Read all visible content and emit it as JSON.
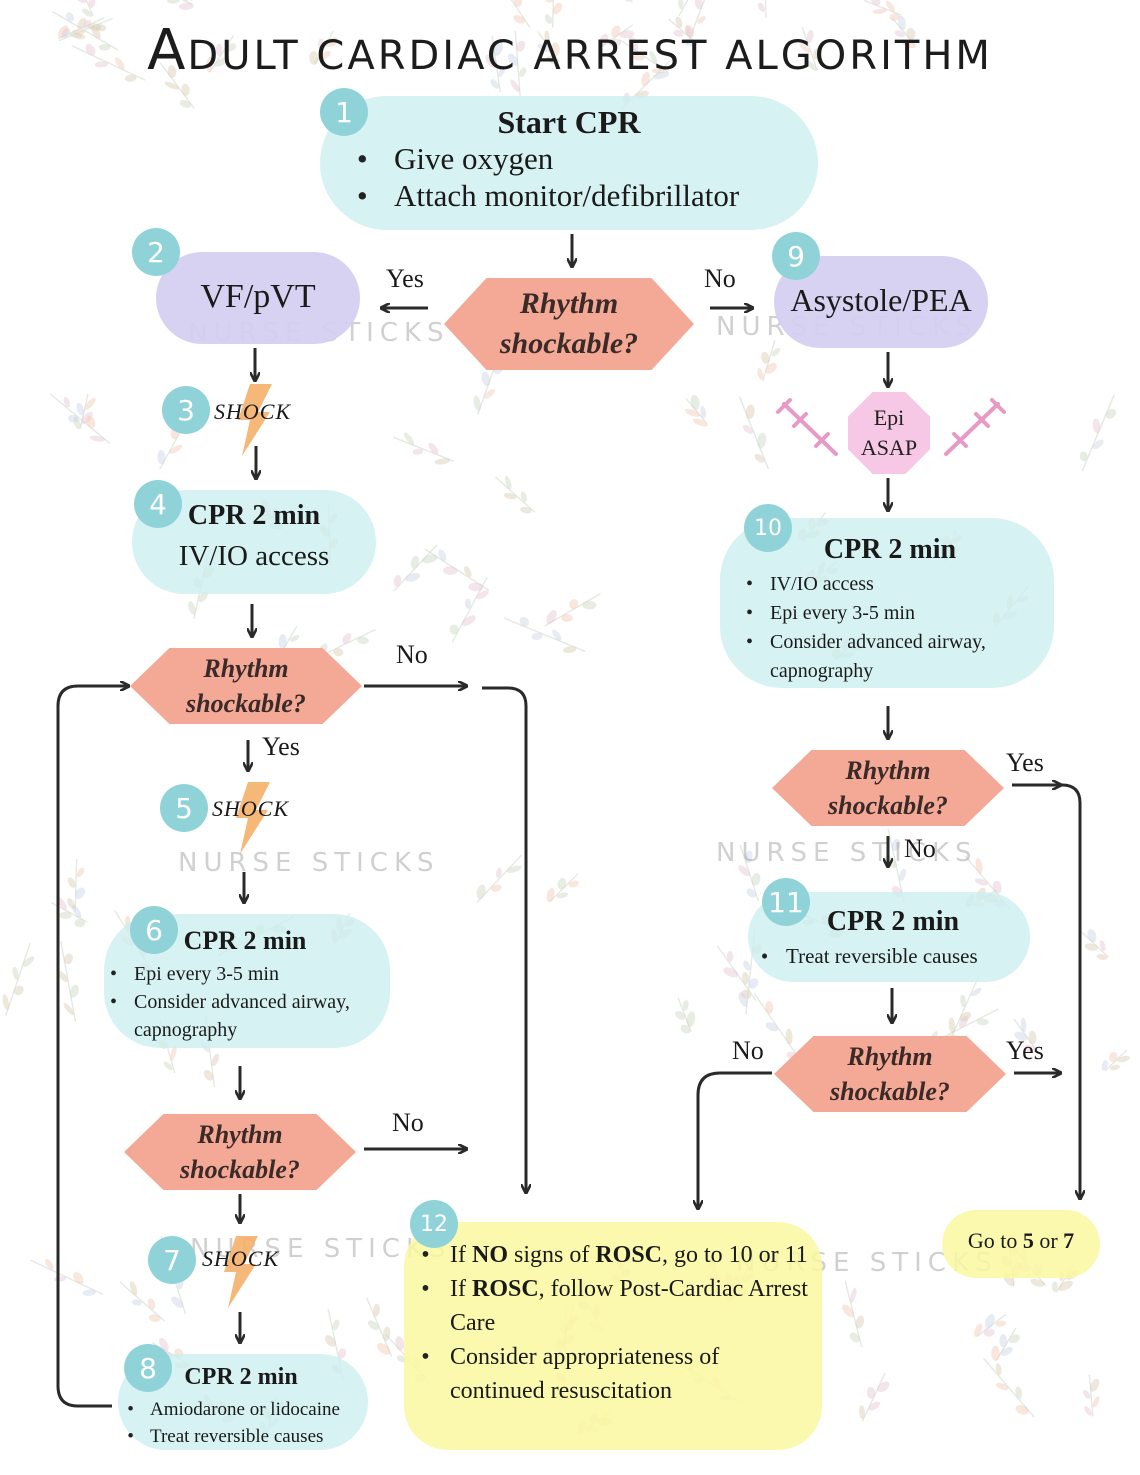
{
  "title": {
    "lead": "A",
    "rest": "DULT CARDIAC ARREST ALGORITHM"
  },
  "colors": {
    "teal_box": "#ccecee",
    "lavender_box": "#d4cef0",
    "yellow_box": "#faf8a0",
    "diamond": "#f4a896",
    "badge": "#8fd3d8",
    "bolt": "#f5b06a",
    "epi": "#f7c8e6"
  },
  "icons": [
    "lightning-bolt-icon",
    "syringe-icon",
    "heart-watermark-icon"
  ],
  "watermark": {
    "text": "NURSE STICKS"
  },
  "decision_label": {
    "line1": "Rhythm",
    "line2": "shockable?"
  },
  "labels": {
    "yes": "Yes",
    "no": "No",
    "shock": "SHOCK"
  },
  "steps": {
    "s1": {
      "num": "1",
      "heading": "Start CPR",
      "items": [
        "Give oxygen",
        "Attach monitor/defibrillator"
      ]
    },
    "s2": {
      "num": "2",
      "text": "VF/pVT"
    },
    "s3": {
      "num": "3"
    },
    "s4": {
      "num": "4",
      "heading": "CPR 2 min",
      "sub": "IV/IO access"
    },
    "s5": {
      "num": "5"
    },
    "s6": {
      "num": "6",
      "heading": "CPR 2 min",
      "items": [
        "Epi every 3-5 min",
        "Consider advanced airway, capnography"
      ]
    },
    "s7": {
      "num": "7"
    },
    "s8": {
      "num": "8",
      "heading": "CPR 2 min",
      "items": [
        "Amiodarone or lidocaine",
        "Treat reversible causes"
      ]
    },
    "s9": {
      "num": "9",
      "text": "Asystole/PEA"
    },
    "epi": {
      "line1": "Epi",
      "line2": "ASAP"
    },
    "s10": {
      "num": "10",
      "heading": "CPR 2 min",
      "items": [
        "IV/IO access",
        "Epi every 3-5 min",
        "Consider advanced airway, capnography"
      ]
    },
    "s11": {
      "num": "11",
      "heading": "CPR 2 min",
      "items": [
        "Treat reversible causes"
      ]
    },
    "s12": {
      "num": "12",
      "b1": {
        "a": "If ",
        "b": "NO",
        "c": " signs of ",
        "d": "ROSC",
        "e": ", go to 10 or 11"
      },
      "b2": {
        "a": "If ",
        "b": "ROSC",
        "c": ", follow Post-Cardiac Arrest Care"
      },
      "b3": "Consider appropriateness of continued resuscitation"
    },
    "goto": {
      "a": "Go to ",
      "b": "5",
      "c": " or ",
      "d": "7"
    }
  }
}
